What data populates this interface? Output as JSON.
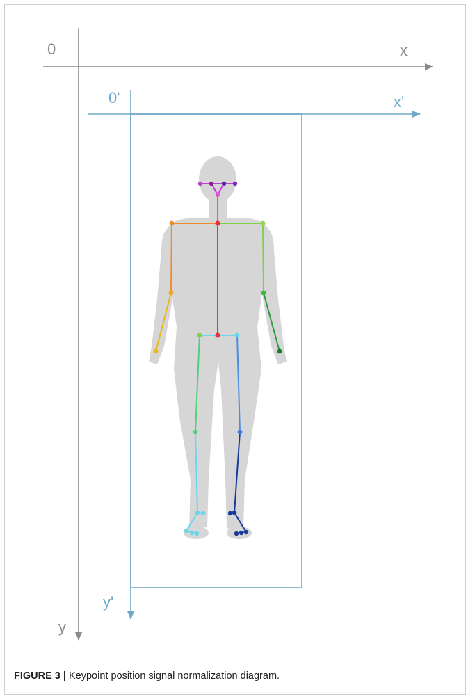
{
  "axes": {
    "global": {
      "origin": "0",
      "x": "x",
      "y": "y"
    },
    "normalized": {
      "origin": "0'",
      "x": "x'",
      "y": "y'"
    }
  },
  "caption": {
    "label": "FIGURE 3 |",
    "text": "Keypoint position signal normalization diagram."
  },
  "colors": {
    "global_axis": "#8a8a8a",
    "normalized_axis": "#6fa8c8",
    "body_silhouette": "#d6d6d6",
    "head": "#c23fd6",
    "neck": "#dd55cc",
    "spine": "#e8323c",
    "right_arm": "#f08a2a",
    "right_forearm": "#e5b81c",
    "left_arm": "#7ed24a",
    "left_forearm": "#2a9a3a",
    "right_leg": "#4fd07a",
    "right_shin": "#6ad6ee",
    "left_leg": "#4a8ee0",
    "left_shin": "#1a3a9a",
    "hip_line": "#6ad6ee"
  },
  "skeleton": {
    "keypoints": [
      "nose",
      "right-eye",
      "left-eye",
      "right-ear",
      "left-ear",
      "neck",
      "right-shoulder",
      "left-shoulder",
      "right-elbow",
      "left-elbow",
      "right-wrist",
      "left-wrist",
      "mid-hip",
      "right-hip",
      "left-hip",
      "right-knee",
      "left-knee",
      "right-ankle",
      "left-ankle",
      "right-heel",
      "left-heel",
      "right-big-toe",
      "left-big-toe",
      "right-small-toe",
      "left-small-toe"
    ]
  }
}
